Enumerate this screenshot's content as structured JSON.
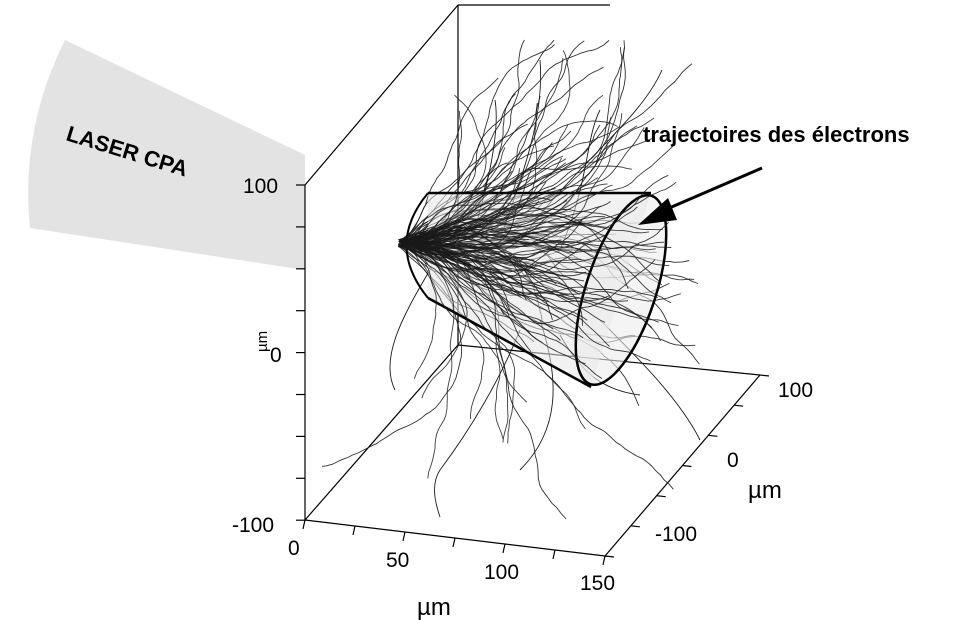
{
  "laser": {
    "label": "LASER CPA"
  },
  "annotation": {
    "label": "trajectoires des électrons"
  },
  "axes": {
    "vertical": {
      "unit": "µm",
      "ticks": [
        "100",
        "0",
        "-100"
      ]
    },
    "x_axis": {
      "unit": "µm",
      "ticks": [
        "0",
        "50",
        "100",
        "150"
      ]
    },
    "depth_axis": {
      "unit": "µm",
      "ticks": [
        "100",
        "0",
        "-100"
      ]
    }
  },
  "colors": {
    "beam_fill": "#e3e3e3",
    "cone_fill": "#e6e6e6",
    "trajectory": "#1a1a1a",
    "box_lines": "#000000"
  }
}
